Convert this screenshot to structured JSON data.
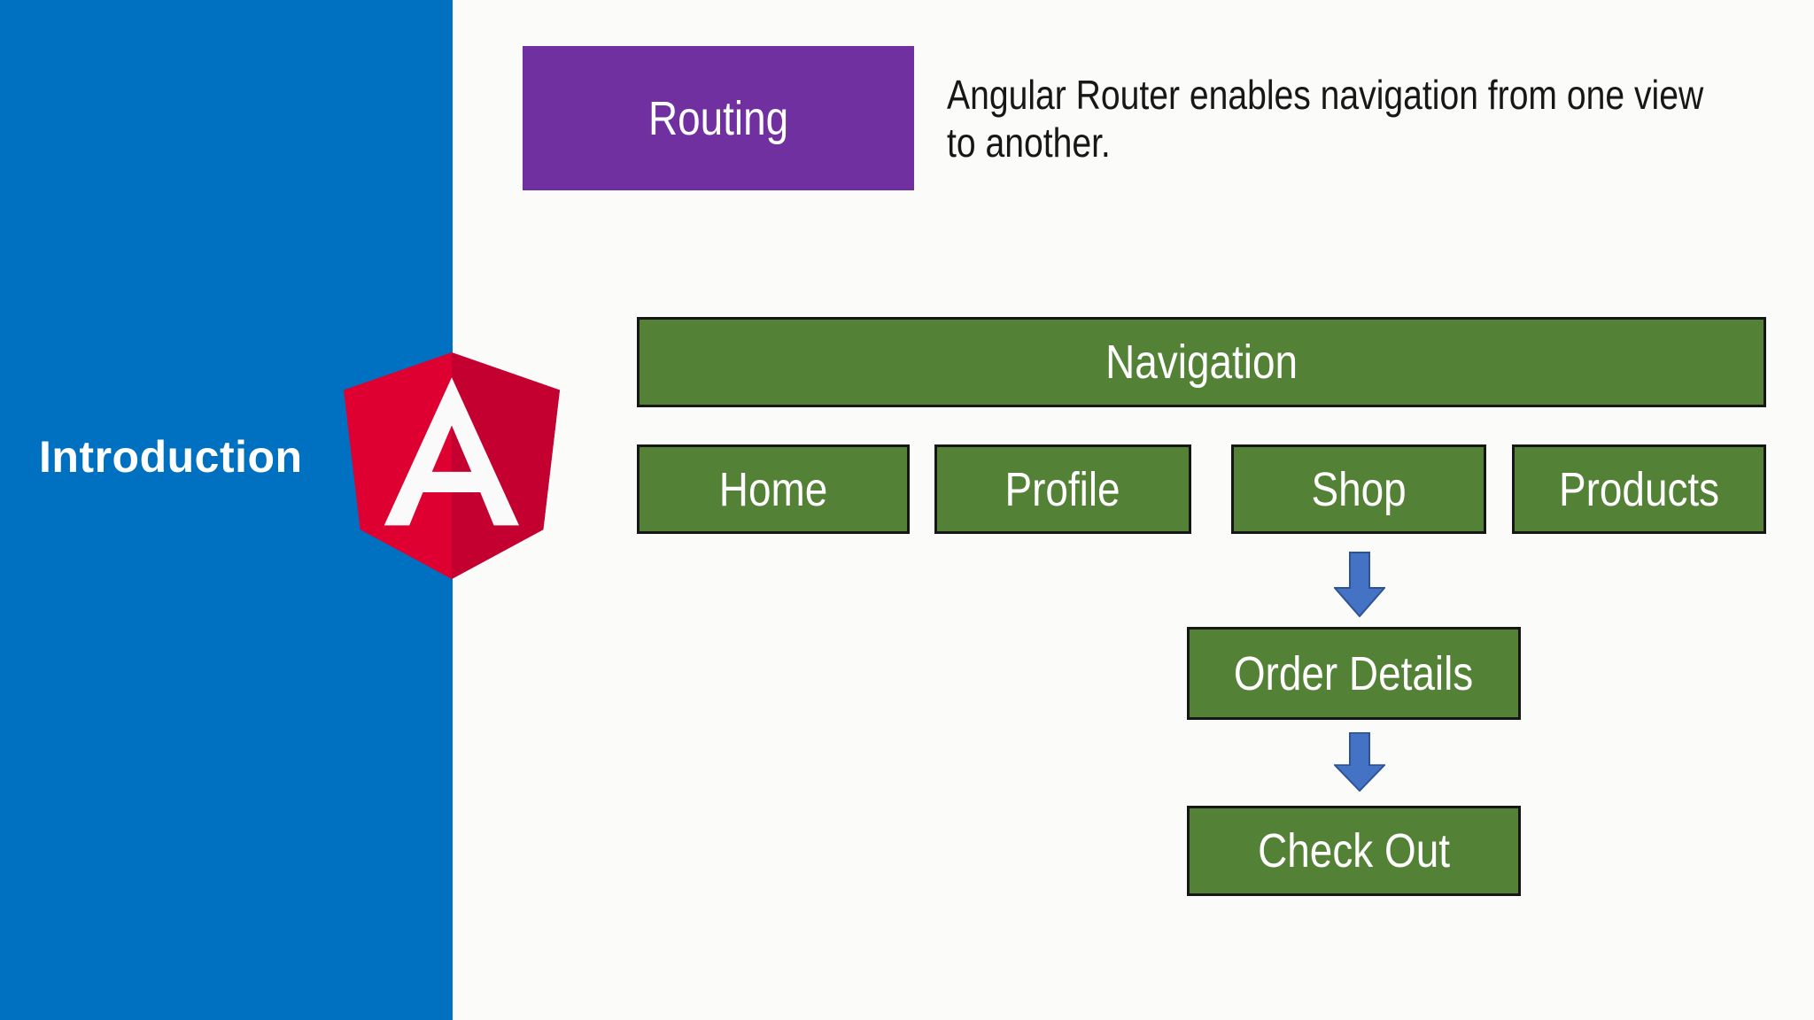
{
  "slide": {
    "title": "Introduction",
    "background": "#FBFBFA",
    "sidebar_color": "#0070C0",
    "title_color": "#FFFFFF"
  },
  "logo": {
    "name": "angular-shield",
    "shield_left": "#DD0031",
    "shield_right": "#C3002F",
    "letter_color": "#FAFAFA"
  },
  "topic": {
    "label": "Routing",
    "box_color": "#7030A0",
    "label_color": "#FFFFFF",
    "description": "Angular Router enables navigation from one view to another.",
    "description_color": "#171717"
  },
  "diagram": {
    "box_color": "#538135",
    "box_border_color": "#161616",
    "box_text_color": "#FFFFFF",
    "arrow_color": "#4472C4",
    "arrow_border_color": "#2E5395",
    "nav_root": "Navigation",
    "nav_items": [
      "Home",
      "Profile",
      "Shop",
      "Products"
    ],
    "flow": [
      "Shop",
      "Order Details",
      "Check Out"
    ]
  }
}
